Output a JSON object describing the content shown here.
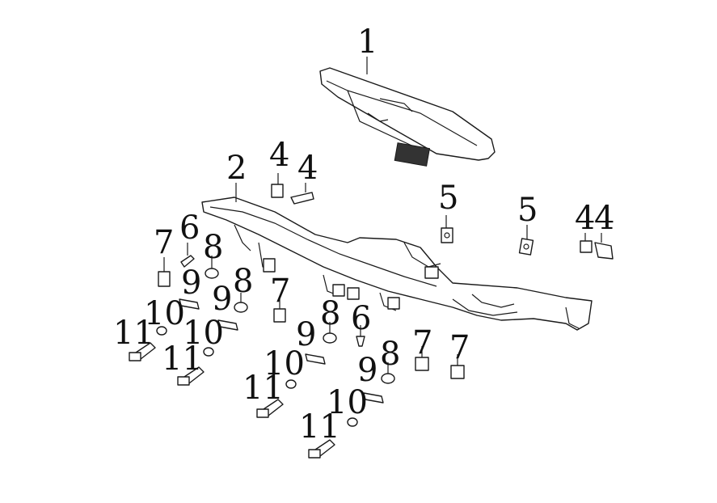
{
  "diagram": {
    "labels": {
      "l1": "1",
      "l2": "2",
      "l4a": "4",
      "l4b": "4",
      "l4c": "4",
      "l4d": "4",
      "l5a": "5",
      "l5b": "5",
      "l6a": "6",
      "l6b": "6",
      "l7a": "7",
      "l7b": "7",
      "l7c": "7",
      "l7d": "7",
      "l8a": "8",
      "l8b": "8",
      "l8c": "8",
      "l8d": "8",
      "l9a": "9",
      "l9b": "9",
      "l9c": "9",
      "l9d": "9",
      "l10a": "10",
      "l10b": "10",
      "l10c": "10",
      "l10d": "10",
      "l11a": "11",
      "l11b": "11",
      "l11c": "11",
      "l11d": "11"
    }
  }
}
